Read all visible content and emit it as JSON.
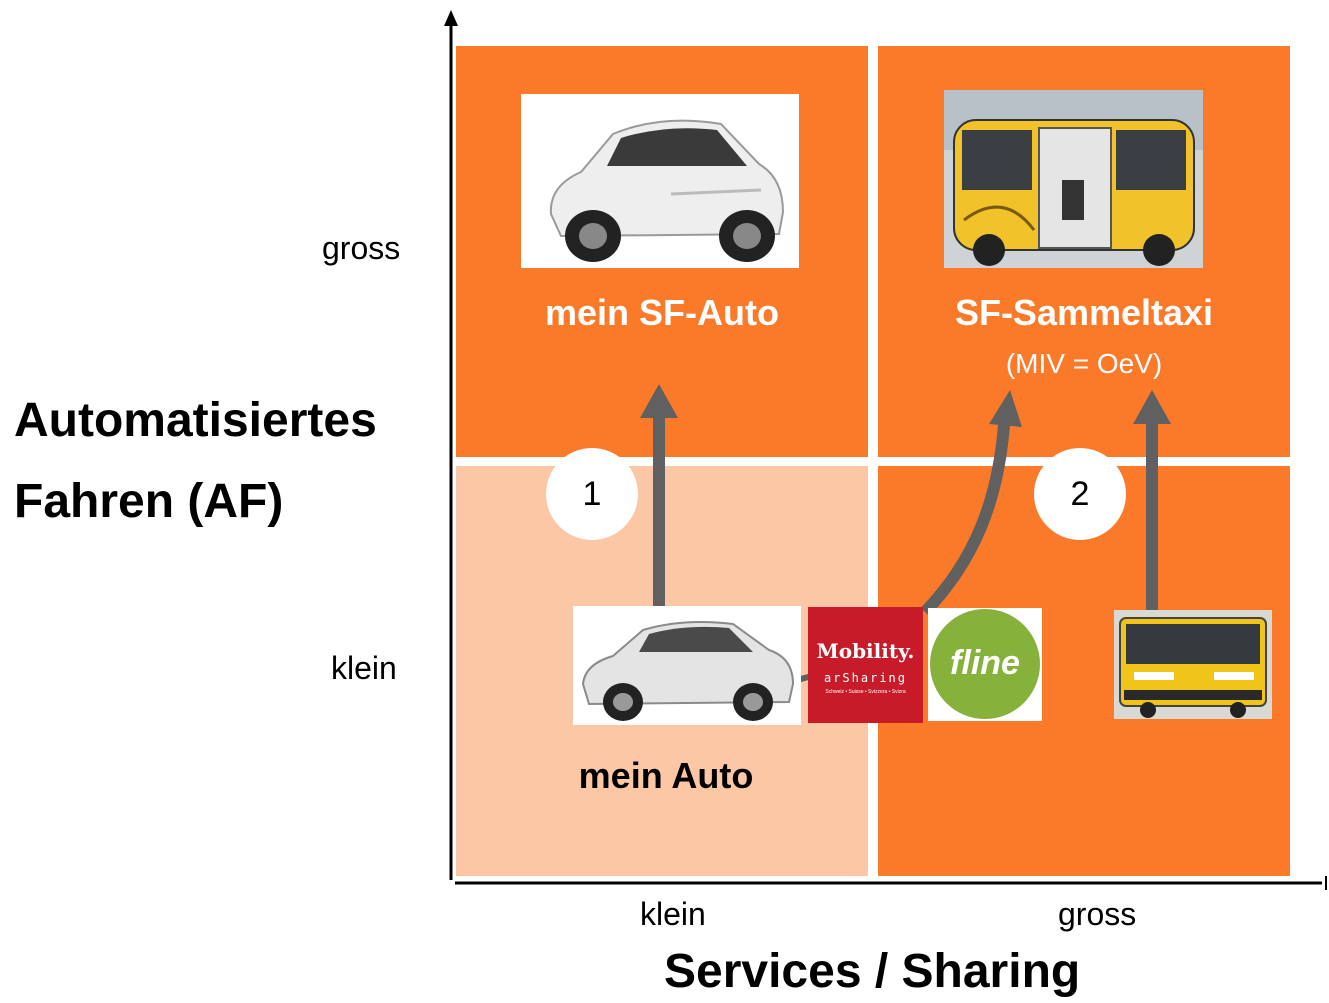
{
  "y_axis": {
    "title_line1": "Automatisiertes",
    "title_line2": "Fahren (AF)",
    "tick_high": "gross",
    "tick_low": "klein"
  },
  "x_axis": {
    "title": "Services / Sharing",
    "tick_low": "klein",
    "tick_high": "gross"
  },
  "quadrants": {
    "top_left": {
      "title": "mein SF-Auto"
    },
    "top_right": {
      "title": "SF-Sammeltaxi",
      "subtitle": "(MIV = OeV)"
    },
    "bottom_left": {
      "title": "mein Auto"
    }
  },
  "paths": {
    "path1": "1",
    "path2": "2"
  },
  "logos": {
    "mobility_line1": "Mobility.",
    "mobility_line2": "arSharing",
    "mobility_line3": "Schweiz • Suisse • Svizzera • Svizra",
    "fline": "fline"
  },
  "colors": {
    "orange": "#fb7a2a",
    "light_orange": "#fbc7a4",
    "arrow_gray": "#606060"
  }
}
